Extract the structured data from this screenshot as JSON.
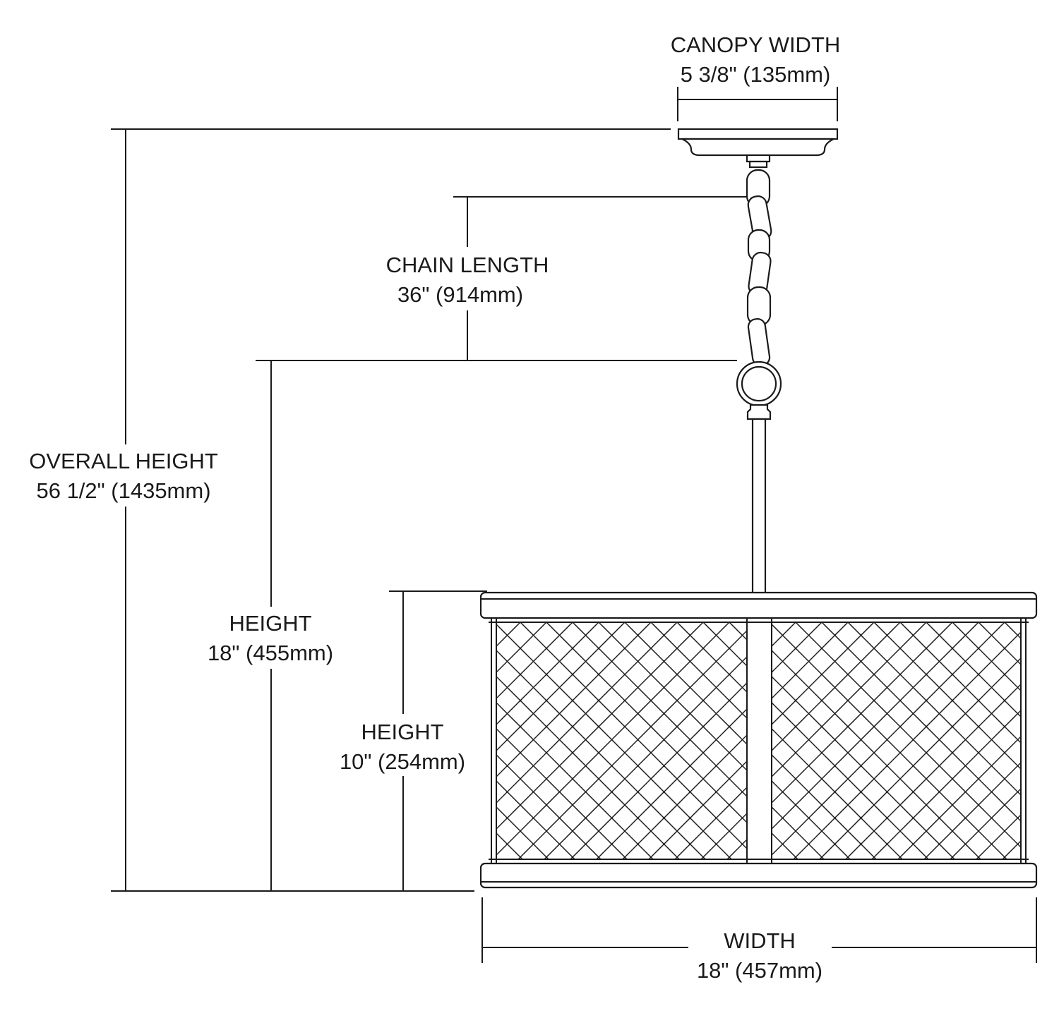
{
  "dimensions": {
    "canopy_width": {
      "label": "CANOPY WIDTH",
      "value": "5 3/8\" (135mm)"
    },
    "chain_length": {
      "label": "CHAIN LENGTH",
      "value": "36\" (914mm)"
    },
    "overall_height": {
      "label": "OVERALL HEIGHT",
      "value": "56 1/2\" (1435mm)"
    },
    "height_18": {
      "label": "HEIGHT",
      "value": "18\" (455mm)"
    },
    "height_10": {
      "label": "HEIGHT",
      "value": "10\" (254mm)"
    },
    "width": {
      "label": "WIDTH",
      "value": "18\" (457mm)"
    }
  }
}
